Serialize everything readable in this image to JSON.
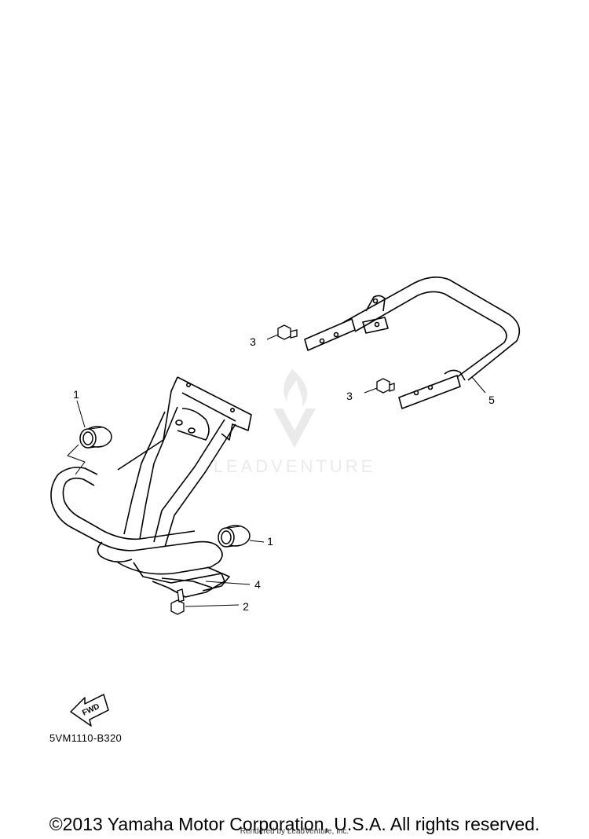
{
  "diagram": {
    "diagram_code": "5VM1110-B320",
    "copyright": "©2013 Yamaha Motor Corporation, U.S.A. All rights reserved.",
    "rendered_by": "Rendered by LeadVenture, Inc.",
    "watermark_text": "LEADVENTURE",
    "fwd_label": "FWD",
    "callouts": [
      {
        "id": "callout-1-top",
        "label": "1"
      },
      {
        "id": "callout-1-right",
        "label": "1"
      },
      {
        "id": "callout-2",
        "label": "2"
      },
      {
        "id": "callout-3-top",
        "label": "3"
      },
      {
        "id": "callout-3-bottom",
        "label": "3"
      },
      {
        "id": "callout-4",
        "label": "4"
      },
      {
        "id": "callout-5",
        "label": "5"
      }
    ],
    "icons": [
      "leadventure-watermark-logo",
      "fwd-arrow-icon"
    ]
  }
}
